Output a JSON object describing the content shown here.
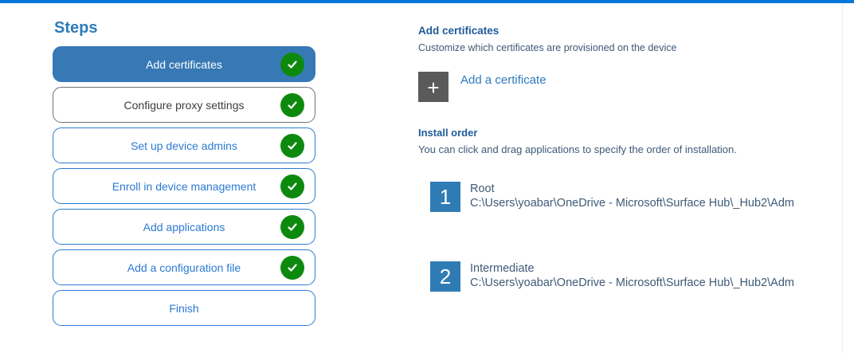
{
  "colors": {
    "accent_bar": "#0078d7",
    "selected_step_bg": "#3779b5",
    "step_outline_blue": "#2b7ad2",
    "check_green": "#0d8a0d",
    "heading_blue": "#1f5b99",
    "body_text_blue_gray": "#3e5a77",
    "link_blue": "#2d7ac0",
    "plus_tile_gray": "#5a5a5a",
    "number_tile_blue": "#2f7cb5"
  },
  "steps_panel": {
    "title": "Steps",
    "items": [
      {
        "label": "Add certificates",
        "state": "selected",
        "checked": true
      },
      {
        "label": "Configure proxy settings",
        "state": "gray-outline",
        "checked": true
      },
      {
        "label": "Set up device admins",
        "state": "normal",
        "checked": true
      },
      {
        "label": "Enroll in device management",
        "state": "normal",
        "checked": true
      },
      {
        "label": "Add applications",
        "state": "normal",
        "checked": true
      },
      {
        "label": "Add a configuration file",
        "state": "normal",
        "checked": true
      },
      {
        "label": "Finish",
        "state": "normal",
        "checked": false
      }
    ]
  },
  "content": {
    "section_title": "Add certificates",
    "section_subtitle": "Customize which certificates are provisioned on the device",
    "add_certificate_label": "Add a certificate",
    "plus_glyph": "+",
    "install_order": {
      "title": "Install order",
      "subtitle": "You can click and drag applications to specify the order of installation.",
      "items": [
        {
          "number": "1",
          "name": "Root",
          "path": "C:\\Users\\yoabar\\OneDrive - Microsoft\\Surface Hub\\_Hub2\\Adm"
        },
        {
          "number": "2",
          "name": "Intermediate",
          "path": "C:\\Users\\yoabar\\OneDrive - Microsoft\\Surface Hub\\_Hub2\\Adm"
        }
      ]
    }
  }
}
